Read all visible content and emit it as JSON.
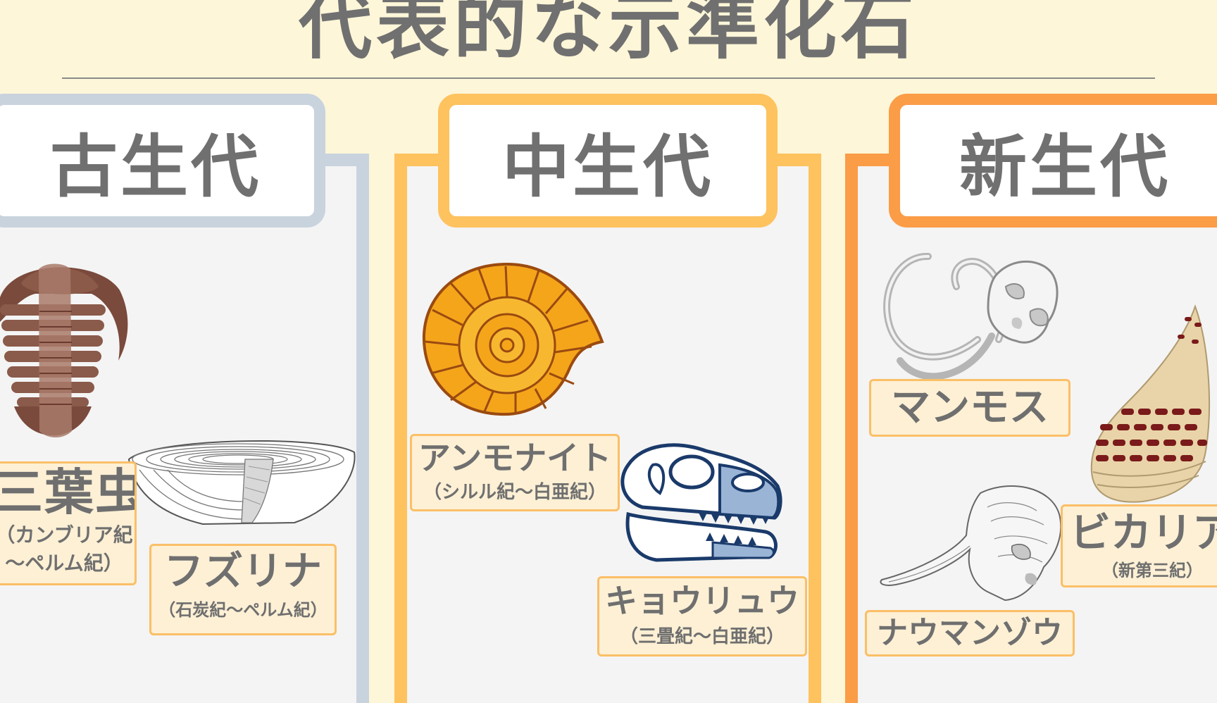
{
  "title": "代表的な示準化石",
  "eras": [
    {
      "name": "古生代",
      "color": "#c9d3de",
      "fossils": [
        {
          "name": "三葉虫",
          "period": "（カンブリア紀\n～ペルム紀）"
        },
        {
          "name": "フズリナ",
          "period": "（石炭紀～ペルム紀）"
        }
      ]
    },
    {
      "name": "中生代",
      "color": "#fec25f",
      "fossils": [
        {
          "name": "アンモナイト",
          "period": "（シルル紀～白亜紀）"
        },
        {
          "name": "キョウリュウ",
          "period": "（三畳紀～白亜紀）"
        }
      ]
    },
    {
      "name": "新生代",
      "color": "#fb9c47",
      "fossils": [
        {
          "name": "マンモス",
          "period": ""
        },
        {
          "name": "ビカリア",
          "period": "（新第三紀）"
        },
        {
          "name": "ナウマンゾウ",
          "period": ""
        }
      ]
    }
  ]
}
